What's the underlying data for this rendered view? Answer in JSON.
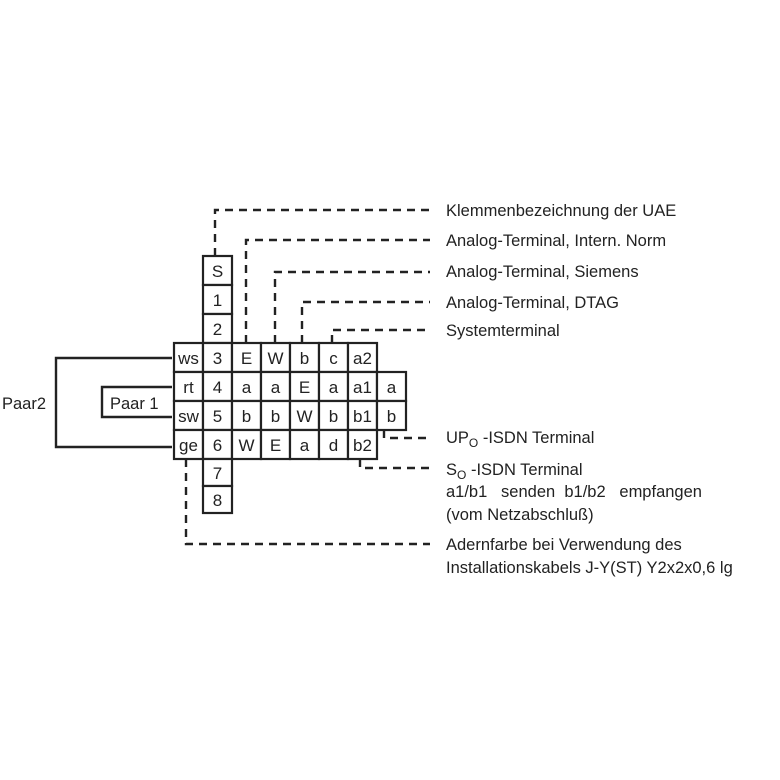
{
  "column_s": [
    "S",
    "1",
    "2",
    "3",
    "4",
    "5",
    "6",
    "7",
    "8"
  ],
  "rows": [
    [
      "ws",
      "3",
      "E",
      "W",
      "b",
      "c",
      "a2",
      ""
    ],
    [
      "rt",
      "4",
      "a",
      "a",
      "E",
      "a",
      "a1",
      "a"
    ],
    [
      "sw",
      "5",
      "b",
      "b",
      "W",
      "b",
      "b1",
      "b"
    ],
    [
      "ge",
      "6",
      "W",
      "E",
      "a",
      "d",
      "b2",
      ""
    ]
  ],
  "pairs": {
    "inner": "Paar 1",
    "outer": "Paar2"
  },
  "labels": {
    "uae": "Klemmenbezeichnung der UAE",
    "analog_intern": "Analog-Terminal, Intern. Norm",
    "analog_siemens": "Analog-Terminal, Siemens",
    "analog_dtag": "Analog-Terminal, DTAG",
    "system": "Systemterminal",
    "up0_main": "UP",
    "up0_sub": "O",
    "up0_rest": " -ISDN Terminal",
    "s0_main": "S",
    "s0_sub": "O",
    "s0_rest": " -ISDN Terminal",
    "s0_line2": "a1/b1   senden  b1/b2   empfangen",
    "s0_line3": "(vom Netzabschluß)",
    "cable_line1": "Adernfarbe bei Verwendung des",
    "cable_line2": "Installationskabels J-Y(ST) Y2x2x0,6 lg"
  },
  "colors": {
    "line": "#222222",
    "background": "#ffffff"
  }
}
